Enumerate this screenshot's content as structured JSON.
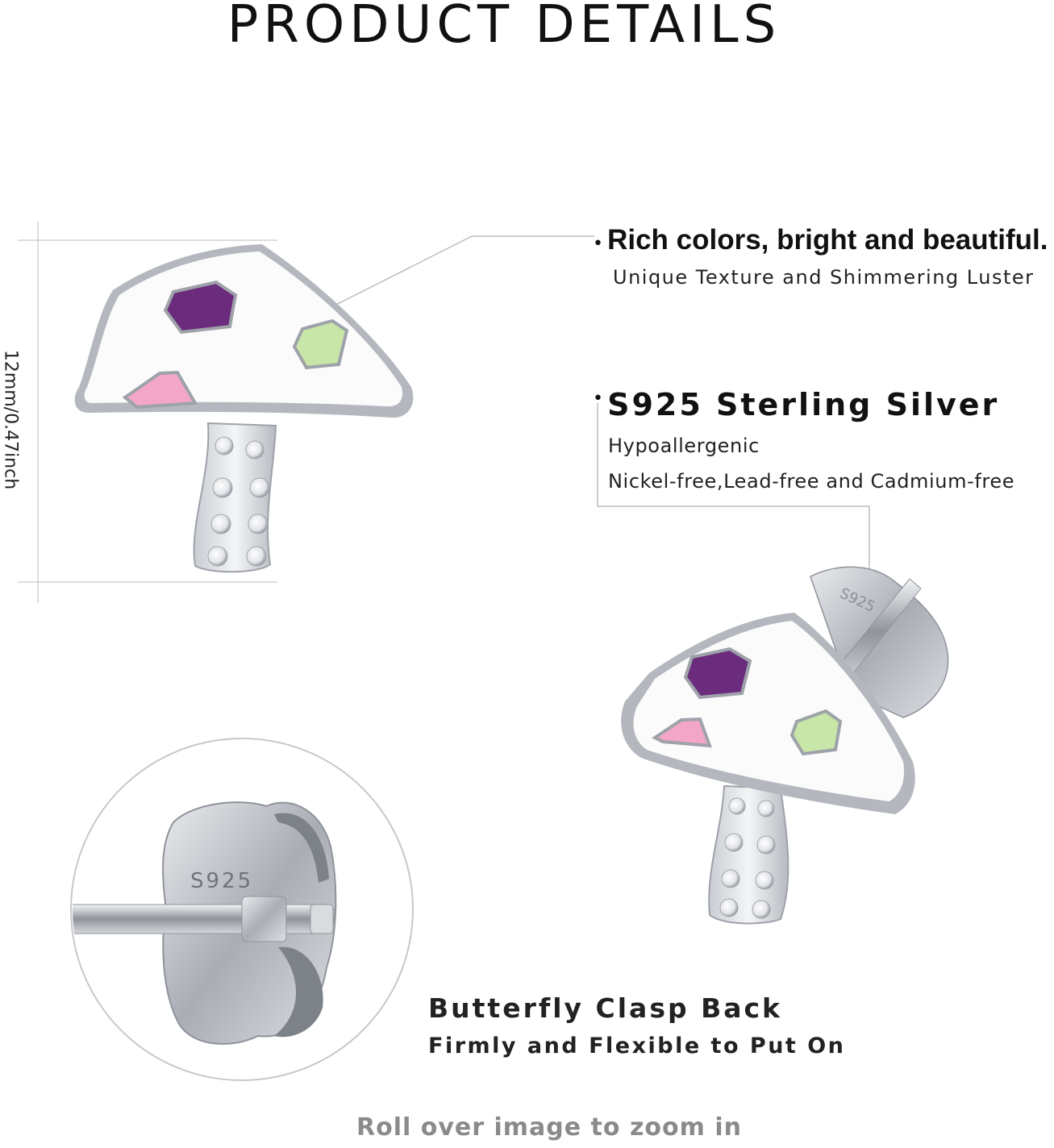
{
  "header": {
    "title": "PRODUCT DETAILS"
  },
  "dimension": {
    "label": "12mm/0.47inch"
  },
  "features": [
    {
      "heading": "Rich colors, bright and beautiful.",
      "lines": [
        "Unique Texture and Shimmering Luster"
      ]
    },
    {
      "heading": "S925 Sterling Silver",
      "lines": [
        "Hypoallergenic",
        "Nickel-free,Lead-free and Cadmium-free"
      ]
    },
    {
      "heading": "Butterfly Clasp Back",
      "lines": [
        "Firmly and Flexible to Put On"
      ]
    }
  ],
  "stamp": {
    "text": "S925"
  },
  "footer": {
    "zoom_hint": "Roll over image to zoom in"
  },
  "colors": {
    "purple_gem": "#6b2c7e",
    "green_gem": "#c8e6a8",
    "pink_gem": "#f3a6c6",
    "silver": "#b9bcc2",
    "enamel": "#fbfbfc",
    "zoom_text": "#8a8a8a"
  }
}
